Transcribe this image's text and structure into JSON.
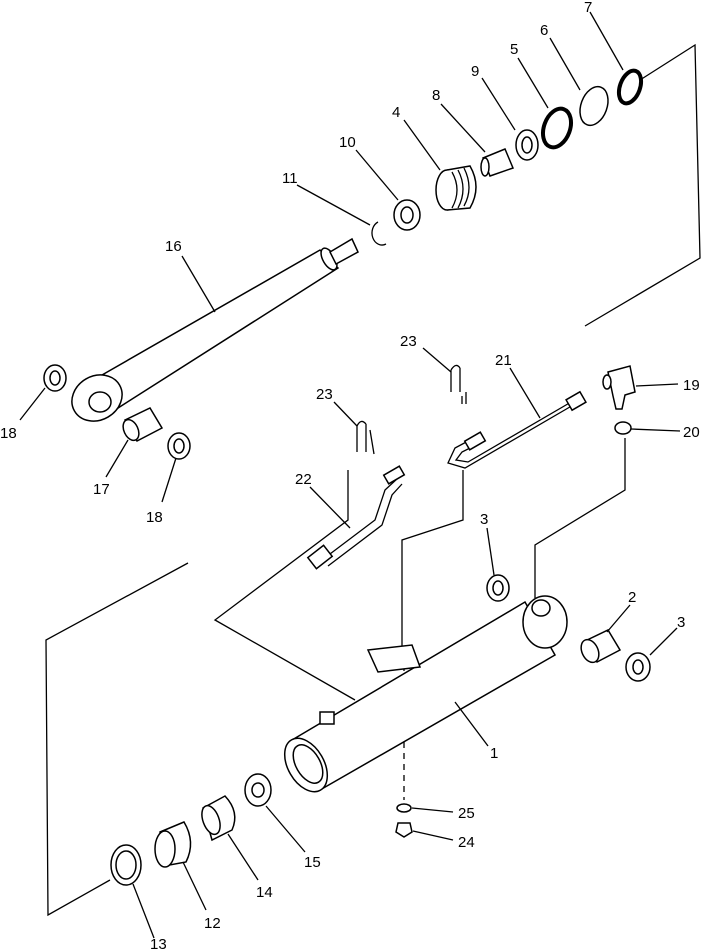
{
  "diagram": {
    "callouts": [
      {
        "id": "c1",
        "text": "1"
      },
      {
        "id": "c2",
        "text": "2"
      },
      {
        "id": "c3a",
        "text": "3"
      },
      {
        "id": "c3b",
        "text": "3"
      },
      {
        "id": "c4",
        "text": "4"
      },
      {
        "id": "c5",
        "text": "5"
      },
      {
        "id": "c6",
        "text": "6"
      },
      {
        "id": "c7",
        "text": "7"
      },
      {
        "id": "c8",
        "text": "8"
      },
      {
        "id": "c9",
        "text": "9"
      },
      {
        "id": "c10",
        "text": "10"
      },
      {
        "id": "c11",
        "text": "11"
      },
      {
        "id": "c12",
        "text": "12"
      },
      {
        "id": "c13",
        "text": "13"
      },
      {
        "id": "c14",
        "text": "14"
      },
      {
        "id": "c15",
        "text": "15"
      },
      {
        "id": "c16",
        "text": "16"
      },
      {
        "id": "c17",
        "text": "17"
      },
      {
        "id": "c18a",
        "text": "18"
      },
      {
        "id": "c18b",
        "text": "18"
      },
      {
        "id": "c19",
        "text": "19"
      },
      {
        "id": "c20",
        "text": "20"
      },
      {
        "id": "c21",
        "text": "21"
      },
      {
        "id": "c22",
        "text": "22"
      },
      {
        "id": "c23a",
        "text": "23"
      },
      {
        "id": "c23b",
        "text": "23"
      },
      {
        "id": "c24",
        "text": "24"
      },
      {
        "id": "c25",
        "text": "25"
      }
    ]
  }
}
